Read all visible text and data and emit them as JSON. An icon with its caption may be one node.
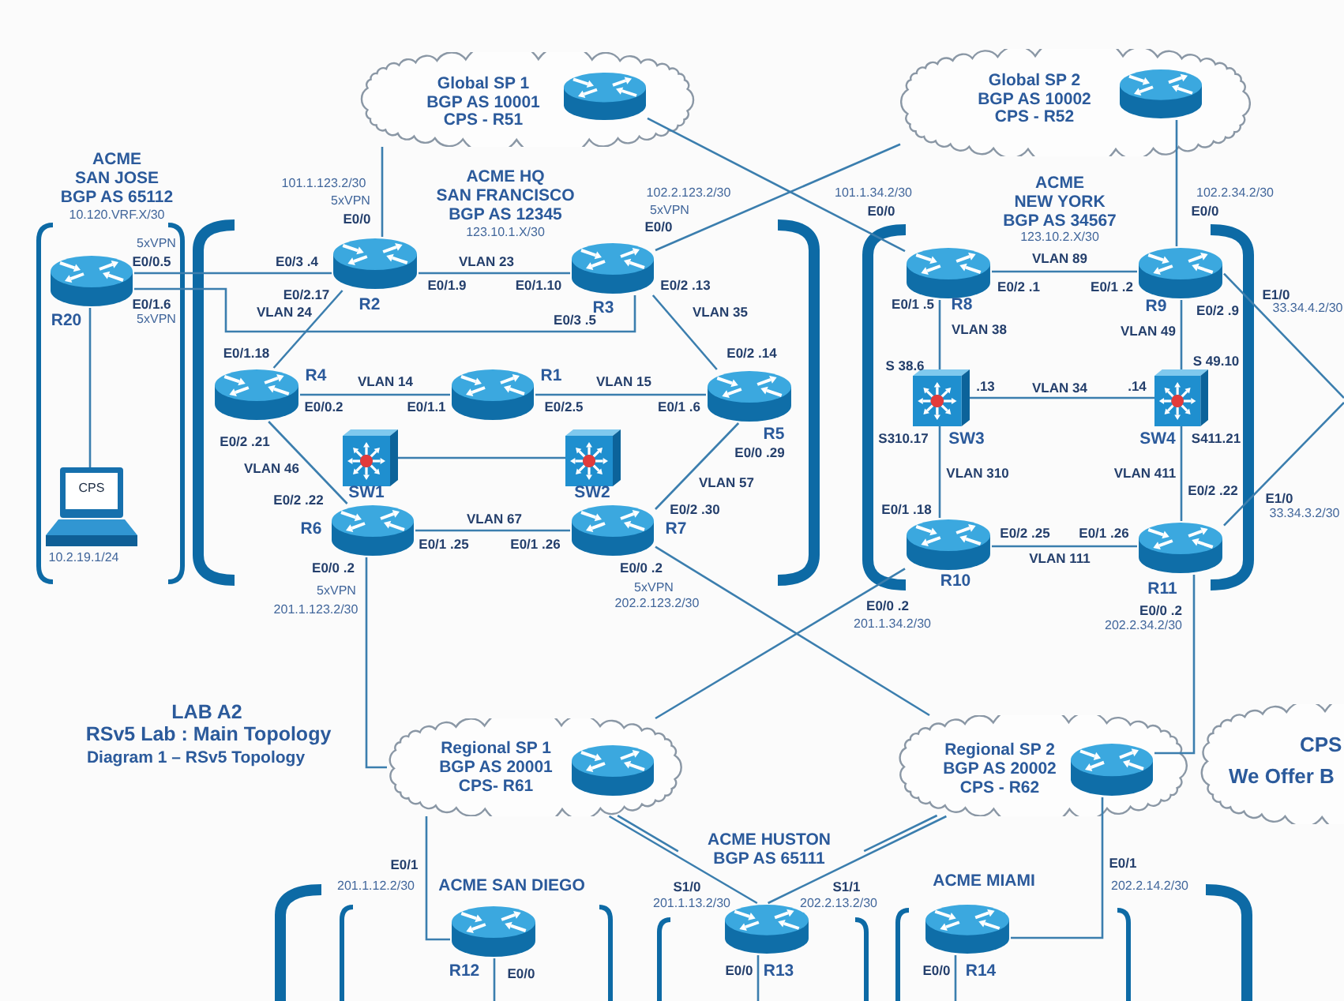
{
  "diagram": {
    "title": "LAB A2",
    "nodes": [
      {
        "text": [
          "Global SP 1",
          "BGP AS 10001",
          "CPS - R51"
        ]
      },
      {
        "text": [],
        "shape": "picture",
        "in": 0
      },
      {
        "text": [
          "Global SP 2",
          "BGP AS 10002",
          "CPS - R52"
        ]
      },
      {
        "text": [],
        "shape": "picture",
        "in": 2
      },
      {
        "text": [
          "ACME",
          "SAN JOSE",
          "BGP AS 65112",
          "10.120.VRF.X/30"
        ]
      },
      {
        "text": [
          "R20"
        ],
        "in": 4
      },
      {
        "text": [
          "CPS"
        ],
        "beside": [
          "10.2.19.1/24"
        ],
        "in": 4
      },
      {
        "text": [
          "ACME HQ",
          "SAN FRANCISCO",
          "BGP AS 12345",
          "123.10.1.X/30"
        ]
      },
      {
        "text": [
          "R2"
        ],
        "in": 7
      },
      {
        "text": [
          "R3"
        ],
        "in": 7
      },
      {
        "text": [
          "R4"
        ],
        "in": 7
      },
      {
        "text": [
          "R1"
        ],
        "in": 7
      },
      {
        "text": [
          "R5"
        ],
        "in": 7
      },
      {
        "text": [
          "SW1"
        ],
        "in": 7
      },
      {
        "text": [
          "SW2"
        ],
        "in": 7
      },
      {
        "text": [
          "R6"
        ],
        "in": 7
      },
      {
        "text": [
          "R7"
        ],
        "in": 7
      },
      {
        "text": [
          "ACME",
          "NEW YORK",
          "BGP AS 34567",
          "123.10.2.X/30"
        ]
      },
      {
        "text": [
          "R8"
        ],
        "in": 17
      },
      {
        "text": [
          "R9"
        ],
        "in": 17
      },
      {
        "text": [
          "SW3"
        ],
        "in": 17
      },
      {
        "text": [
          "SW4"
        ],
        "in": 17
      },
      {
        "text": [
          "R10"
        ],
        "in": 17
      },
      {
        "text": [
          "R11"
        ],
        "in": 17
      },
      {
        "text": [
          "Regional SP 1",
          "BGP AS 20001",
          "CPS- R61"
        ]
      },
      {
        "text": [],
        "shape": "picture",
        "in": 24
      },
      {
        "text": [
          "Regional SP 2",
          "BGP AS 20002",
          "CPS - R62"
        ]
      },
      {
        "text": [],
        "shape": "picture",
        "in": 26
      },
      {
        "text": [
          "CPS",
          "We Offer B"
        ]
      },
      {
        "text": [],
        "shape": "bracket"
      },
      {
        "text": [
          "ACME SAN DIEGO"
        ],
        "in": 29
      },
      {
        "text": [
          "R12"
        ],
        "in": 30
      },
      {
        "text": [
          "ACME HUSTON",
          "BGP AS 65111"
        ],
        "in": 29
      },
      {
        "text": [
          "R13"
        ],
        "in": 32
      },
      {
        "text": [
          "ACME MIAMI"
        ],
        "in": 29
      },
      {
        "text": [
          "R14"
        ],
        "in": 34
      }
    ],
    "edges": [
      {
        "from": 0,
        "to": 8,
        "arrow": "none"
      },
      {
        "from": 1,
        "to": 18,
        "arrow": "none"
      },
      {
        "from": 2,
        "to": 9,
        "arrow": "none"
      },
      {
        "from": 3,
        "to": 19,
        "arrow": "none"
      },
      {
        "from": 5,
        "to": 8,
        "arrow": "none"
      },
      {
        "from": 5,
        "to": 9,
        "arrow": "none"
      },
      {
        "from": 5,
        "to": 6,
        "arrow": "none"
      },
      {
        "from": 8,
        "to": 9,
        "label": "VLAN 23",
        "arrow": "none"
      },
      {
        "from": 8,
        "to": 10,
        "label": "VLAN 24",
        "arrow": "none"
      },
      {
        "from": 9,
        "to": 12,
        "label": "VLAN 35",
        "arrow": "none"
      },
      {
        "from": 10,
        "to": 11,
        "label": "VLAN 14",
        "arrow": "none"
      },
      {
        "from": 11,
        "to": 12,
        "label": "VLAN 15",
        "arrow": "none"
      },
      {
        "from": 10,
        "to": 15,
        "label": "VLAN 46",
        "arrow": "none"
      },
      {
        "from": 13,
        "to": 14,
        "arrow": "none"
      },
      {
        "from": 12,
        "to": 16,
        "label": "VLAN 57",
        "arrow": "none"
      },
      {
        "from": 15,
        "to": 16,
        "label": "VLAN 67",
        "arrow": "none"
      },
      {
        "from": 15,
        "to": 24,
        "arrow": "none"
      },
      {
        "from": 16,
        "to": 26,
        "arrow": "none"
      },
      {
        "from": 18,
        "to": 19,
        "label": "VLAN 89",
        "arrow": "none"
      },
      {
        "from": 18,
        "to": 20,
        "label": "VLAN 38",
        "arrow": "none"
      },
      {
        "from": 19,
        "to": 21,
        "label": "VLAN 49",
        "arrow": "none"
      },
      {
        "from": 20,
        "to": 21,
        "label": "VLAN 34",
        "arrow": "none"
      },
      {
        "from": 20,
        "to": 22,
        "label": "VLAN 310",
        "arrow": "none"
      },
      {
        "from": 21,
        "to": 23,
        "label": "VLAN 411",
        "arrow": "none"
      },
      {
        "from": 22,
        "to": 23,
        "label": "VLAN 111",
        "arrow": "none"
      },
      {
        "from": 22,
        "to": 24,
        "arrow": "none"
      },
      {
        "from": 23,
        "to": 27,
        "arrow": "none"
      },
      {
        "from": 19,
        "to": null,
        "arrow": "none"
      },
      {
        "from": 23,
        "to": null,
        "arrow": "none"
      },
      {
        "from": 24,
        "to": 31,
        "arrow": "none"
      },
      {
        "from": 24,
        "to": 33,
        "arrow": "none"
      },
      {
        "from": 26,
        "to": 33,
        "arrow": "none"
      },
      {
        "from": 27,
        "to": 35,
        "arrow": "none"
      },
      {
        "from": 31,
        "to": null,
        "arrow": "none"
      },
      {
        "from": 33,
        "to": null,
        "arrow": "none"
      },
      {
        "from": 35,
        "to": null,
        "arrow": "none"
      }
    ],
    "labels": [
      "101.1.123.2/30",
      "5xVPN",
      "E0/0",
      "102.2.123.2/30",
      "5xVPN",
      "E0/0",
      "101.1.34.2/30",
      "E0/0",
      "102.2.34.2/30",
      "E0/0",
      "5xVPN",
      "E0/0.5",
      "E0/3 .4",
      "E0/1.9",
      "E0/1.10",
      "E0/2 .13",
      "E0/2 .1",
      "E0/1 .2",
      "E0/1.6",
      "5xVPN",
      "E0/2.17",
      "E0/3 .5",
      "E0/1 .5",
      "E0/2 .9",
      "E1/0",
      "33.34.4.2/30",
      "E0/1.18",
      "E0/2 .14",
      "S 38.6",
      "S 49.10",
      "E0/0.2",
      "E0/1.1",
      "E0/2.5",
      "E0/1 .6",
      ".13",
      ".14",
      "E0/2 .21",
      "E0/0 .29",
      "S310.17",
      "S411.21",
      "E0/2 .22",
      "E0/2 .30",
      "E0/1 .18",
      "E0/2 .22",
      "E1/0",
      "33.34.3.2/30",
      "E0/1 .25",
      "E0/1 .26",
      "E0/2 .25",
      "E0/1 .26",
      "E0/0 .2",
      "E0/0 .2",
      "5xVPN",
      "201.1.123.2/30",
      "5xVPN",
      "202.2.123.2/30",
      "E0/0 .2",
      "201.1.34.2/30",
      "E0/0 .2",
      "202.2.34.2/30",
      "RSv5 Lab : Main Topology",
      "Diagram 1 – RSv5 Topology",
      "E0/1",
      "201.1.12.2/30",
      "S1/0",
      "201.1.13.2/30",
      "S1/1",
      "202.2.13.2/30",
      "E0/1",
      "202.2.14.2/30",
      "E0/0",
      "E0/0",
      "E0/0"
    ]
  }
}
